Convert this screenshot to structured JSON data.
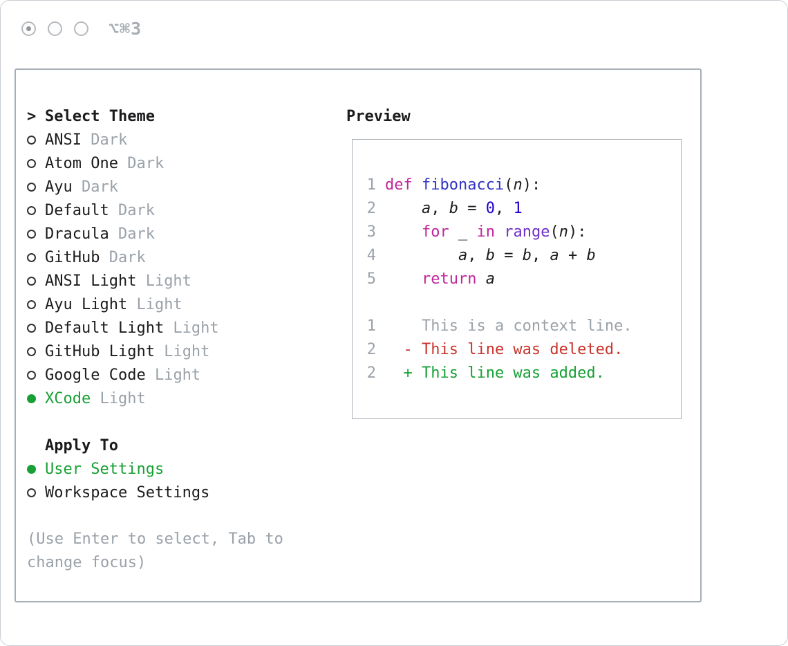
{
  "window": {
    "shortcut": "⌥⌘3"
  },
  "colors": {
    "text": "#1b1b1d",
    "muted": "#9aa1a8",
    "green": "#17a034",
    "red": "#c9342c",
    "keyword": "#bf279c",
    "function": "#3033c4",
    "builtin": "#6f2fc4",
    "number": "#1c00cf",
    "border": "#a8aeb5"
  },
  "theme_selector": {
    "prompt": ">",
    "title": "Select Theme",
    "items": [
      {
        "name": "ANSI",
        "variant": "Dark",
        "selected": false
      },
      {
        "name": "Atom One",
        "variant": "Dark",
        "selected": false
      },
      {
        "name": "Ayu",
        "variant": "Dark",
        "selected": false
      },
      {
        "name": "Default",
        "variant": "Dark",
        "selected": false
      },
      {
        "name": "Dracula",
        "variant": "Dark",
        "selected": false
      },
      {
        "name": "GitHub",
        "variant": "Dark",
        "selected": false
      },
      {
        "name": "ANSI Light",
        "variant": "Light",
        "selected": false
      },
      {
        "name": "Ayu Light",
        "variant": "Light",
        "selected": false
      },
      {
        "name": "Default Light",
        "variant": "Light",
        "selected": false
      },
      {
        "name": "GitHub Light",
        "variant": "Light",
        "selected": false
      },
      {
        "name": "Google Code",
        "variant": "Light",
        "selected": false
      },
      {
        "name": "XCode",
        "variant": "Light",
        "selected": true
      }
    ]
  },
  "apply_to": {
    "title": "Apply To",
    "options": [
      {
        "name": "User Settings",
        "selected": true
      },
      {
        "name": "Workspace Settings",
        "selected": false
      }
    ]
  },
  "help": {
    "text": "(Use Enter to select, Tab to change focus)"
  },
  "preview": {
    "title": "Preview",
    "code": [
      {
        "num": "1",
        "segments": [
          {
            "type": "kw",
            "text": "def "
          },
          {
            "type": "fn",
            "text": "fibonacci"
          },
          {
            "type": "pl",
            "text": "("
          },
          {
            "type": "var",
            "text": "n"
          },
          {
            "type": "pl",
            "text": "):"
          }
        ]
      },
      {
        "num": "2",
        "segments": [
          {
            "type": "pl",
            "text": "    "
          },
          {
            "type": "var",
            "text": "a"
          },
          {
            "type": "pl",
            "text": ", "
          },
          {
            "type": "var",
            "text": "b"
          },
          {
            "type": "pl",
            "text": " = "
          },
          {
            "type": "num",
            "text": "0"
          },
          {
            "type": "pl",
            "text": ", "
          },
          {
            "type": "num",
            "text": "1"
          }
        ]
      },
      {
        "num": "3",
        "segments": [
          {
            "type": "pl",
            "text": "    "
          },
          {
            "type": "kw",
            "text": "for"
          },
          {
            "type": "pl",
            "text": " _ "
          },
          {
            "type": "kw",
            "text": "in"
          },
          {
            "type": "pl",
            "text": " "
          },
          {
            "type": "bi",
            "text": "range"
          },
          {
            "type": "pl",
            "text": "("
          },
          {
            "type": "var",
            "text": "n"
          },
          {
            "type": "pl",
            "text": "):"
          }
        ]
      },
      {
        "num": "4",
        "segments": [
          {
            "type": "pl",
            "text": "        "
          },
          {
            "type": "var",
            "text": "a"
          },
          {
            "type": "pl",
            "text": ", "
          },
          {
            "type": "var",
            "text": "b"
          },
          {
            "type": "pl",
            "text": " = "
          },
          {
            "type": "var",
            "text": "b"
          },
          {
            "type": "pl",
            "text": ", "
          },
          {
            "type": "var",
            "text": "a"
          },
          {
            "type": "pl",
            "text": " + "
          },
          {
            "type": "var",
            "text": "b"
          }
        ]
      },
      {
        "num": "5",
        "segments": [
          {
            "type": "pl",
            "text": "    "
          },
          {
            "type": "kw",
            "text": "return"
          },
          {
            "type": "pl",
            "text": " "
          },
          {
            "type": "var",
            "text": "a"
          }
        ]
      }
    ],
    "diff": [
      {
        "num": "1",
        "type": "context",
        "text": "    This is a context line."
      },
      {
        "num": "2",
        "type": "deleted",
        "text": "  - This line was deleted."
      },
      {
        "num": "2",
        "type": "added",
        "text": "  + This line was added."
      }
    ]
  }
}
